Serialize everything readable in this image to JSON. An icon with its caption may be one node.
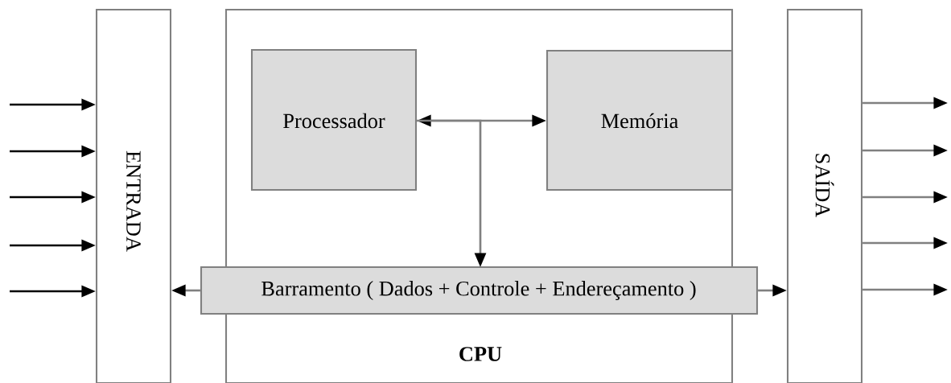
{
  "diagram": {
    "nodes": [
      {
        "text": [
          "ENTRADA"
        ]
      },
      {
        "text": [
          "CPU"
        ]
      },
      {
        "text": [
          "Processador"
        ],
        "in": 1
      },
      {
        "text": [
          "Memória"
        ],
        "in": 1
      },
      {
        "text": [
          "Barramento ( Dados + Controle + Endereçamento )"
        ]
      },
      {
        "text": [
          "SAÍDA"
        ]
      }
    ],
    "edges": [
      {
        "from": null,
        "to": 0,
        "arrow": "to",
        "color": "#000000"
      },
      {
        "from": null,
        "to": 0,
        "arrow": "to",
        "color": "#000000"
      },
      {
        "from": null,
        "to": 0,
        "arrow": "to",
        "color": "#000000"
      },
      {
        "from": null,
        "to": 0,
        "arrow": "to",
        "color": "#000000"
      },
      {
        "from": null,
        "to": 0,
        "arrow": "to",
        "color": "#000000"
      },
      {
        "from": 2,
        "to": 3,
        "arrow": "both"
      },
      {
        "from": 2,
        "to": 4,
        "arrow": "to"
      },
      {
        "from": 4,
        "to": 0,
        "arrow": "to"
      },
      {
        "from": 4,
        "to": 5,
        "arrow": "to"
      },
      {
        "from": 5,
        "to": null,
        "arrow": "to"
      },
      {
        "from": 5,
        "to": null,
        "arrow": "to"
      },
      {
        "from": 5,
        "to": null,
        "arrow": "to"
      },
      {
        "from": 5,
        "to": null,
        "arrow": "to"
      },
      {
        "from": 5,
        "to": null,
        "arrow": "to"
      }
    ]
  }
}
